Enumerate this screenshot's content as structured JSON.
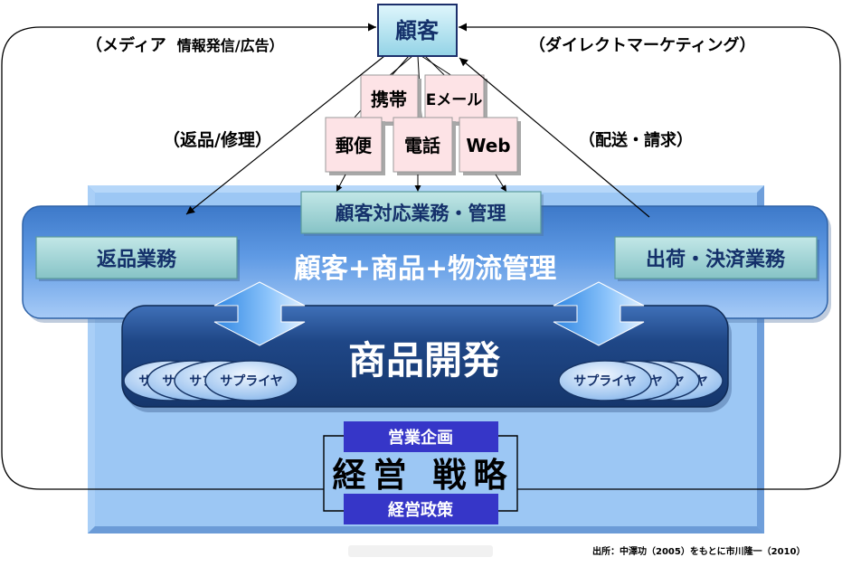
{
  "customer": {
    "label": "顧客"
  },
  "flows": {
    "media_main": "（メディア",
    "media_sub": "情報発信/広告）",
    "direct_marketing": "（ダイレクトマーケティング）",
    "returns_repair": "（返品/修理）",
    "delivery_billing": "（配送・請求）"
  },
  "channels": {
    "mobile": "携帯",
    "email": "Eメール",
    "mail": "郵便",
    "phone": "電話",
    "web": "Web"
  },
  "operations": {
    "customer_service": "顧客対応業務・管理",
    "returns": "返品業務",
    "shipping_settlement": "出荷・決済業務",
    "integration": "顧客+商品+物流管理"
  },
  "product_development": {
    "label": "商品開発",
    "supplier": "サプライヤ"
  },
  "strategy": {
    "planning": "営業企画",
    "title": "経営 戦略",
    "policy": "経営政策"
  },
  "source": "出所：中澤功（2005）をもとに市川隆一（2010）",
  "colors": {
    "channel_box": "#fde3e6",
    "strategy_box": "#3636c8",
    "main_panel": "#9cc7f4"
  }
}
